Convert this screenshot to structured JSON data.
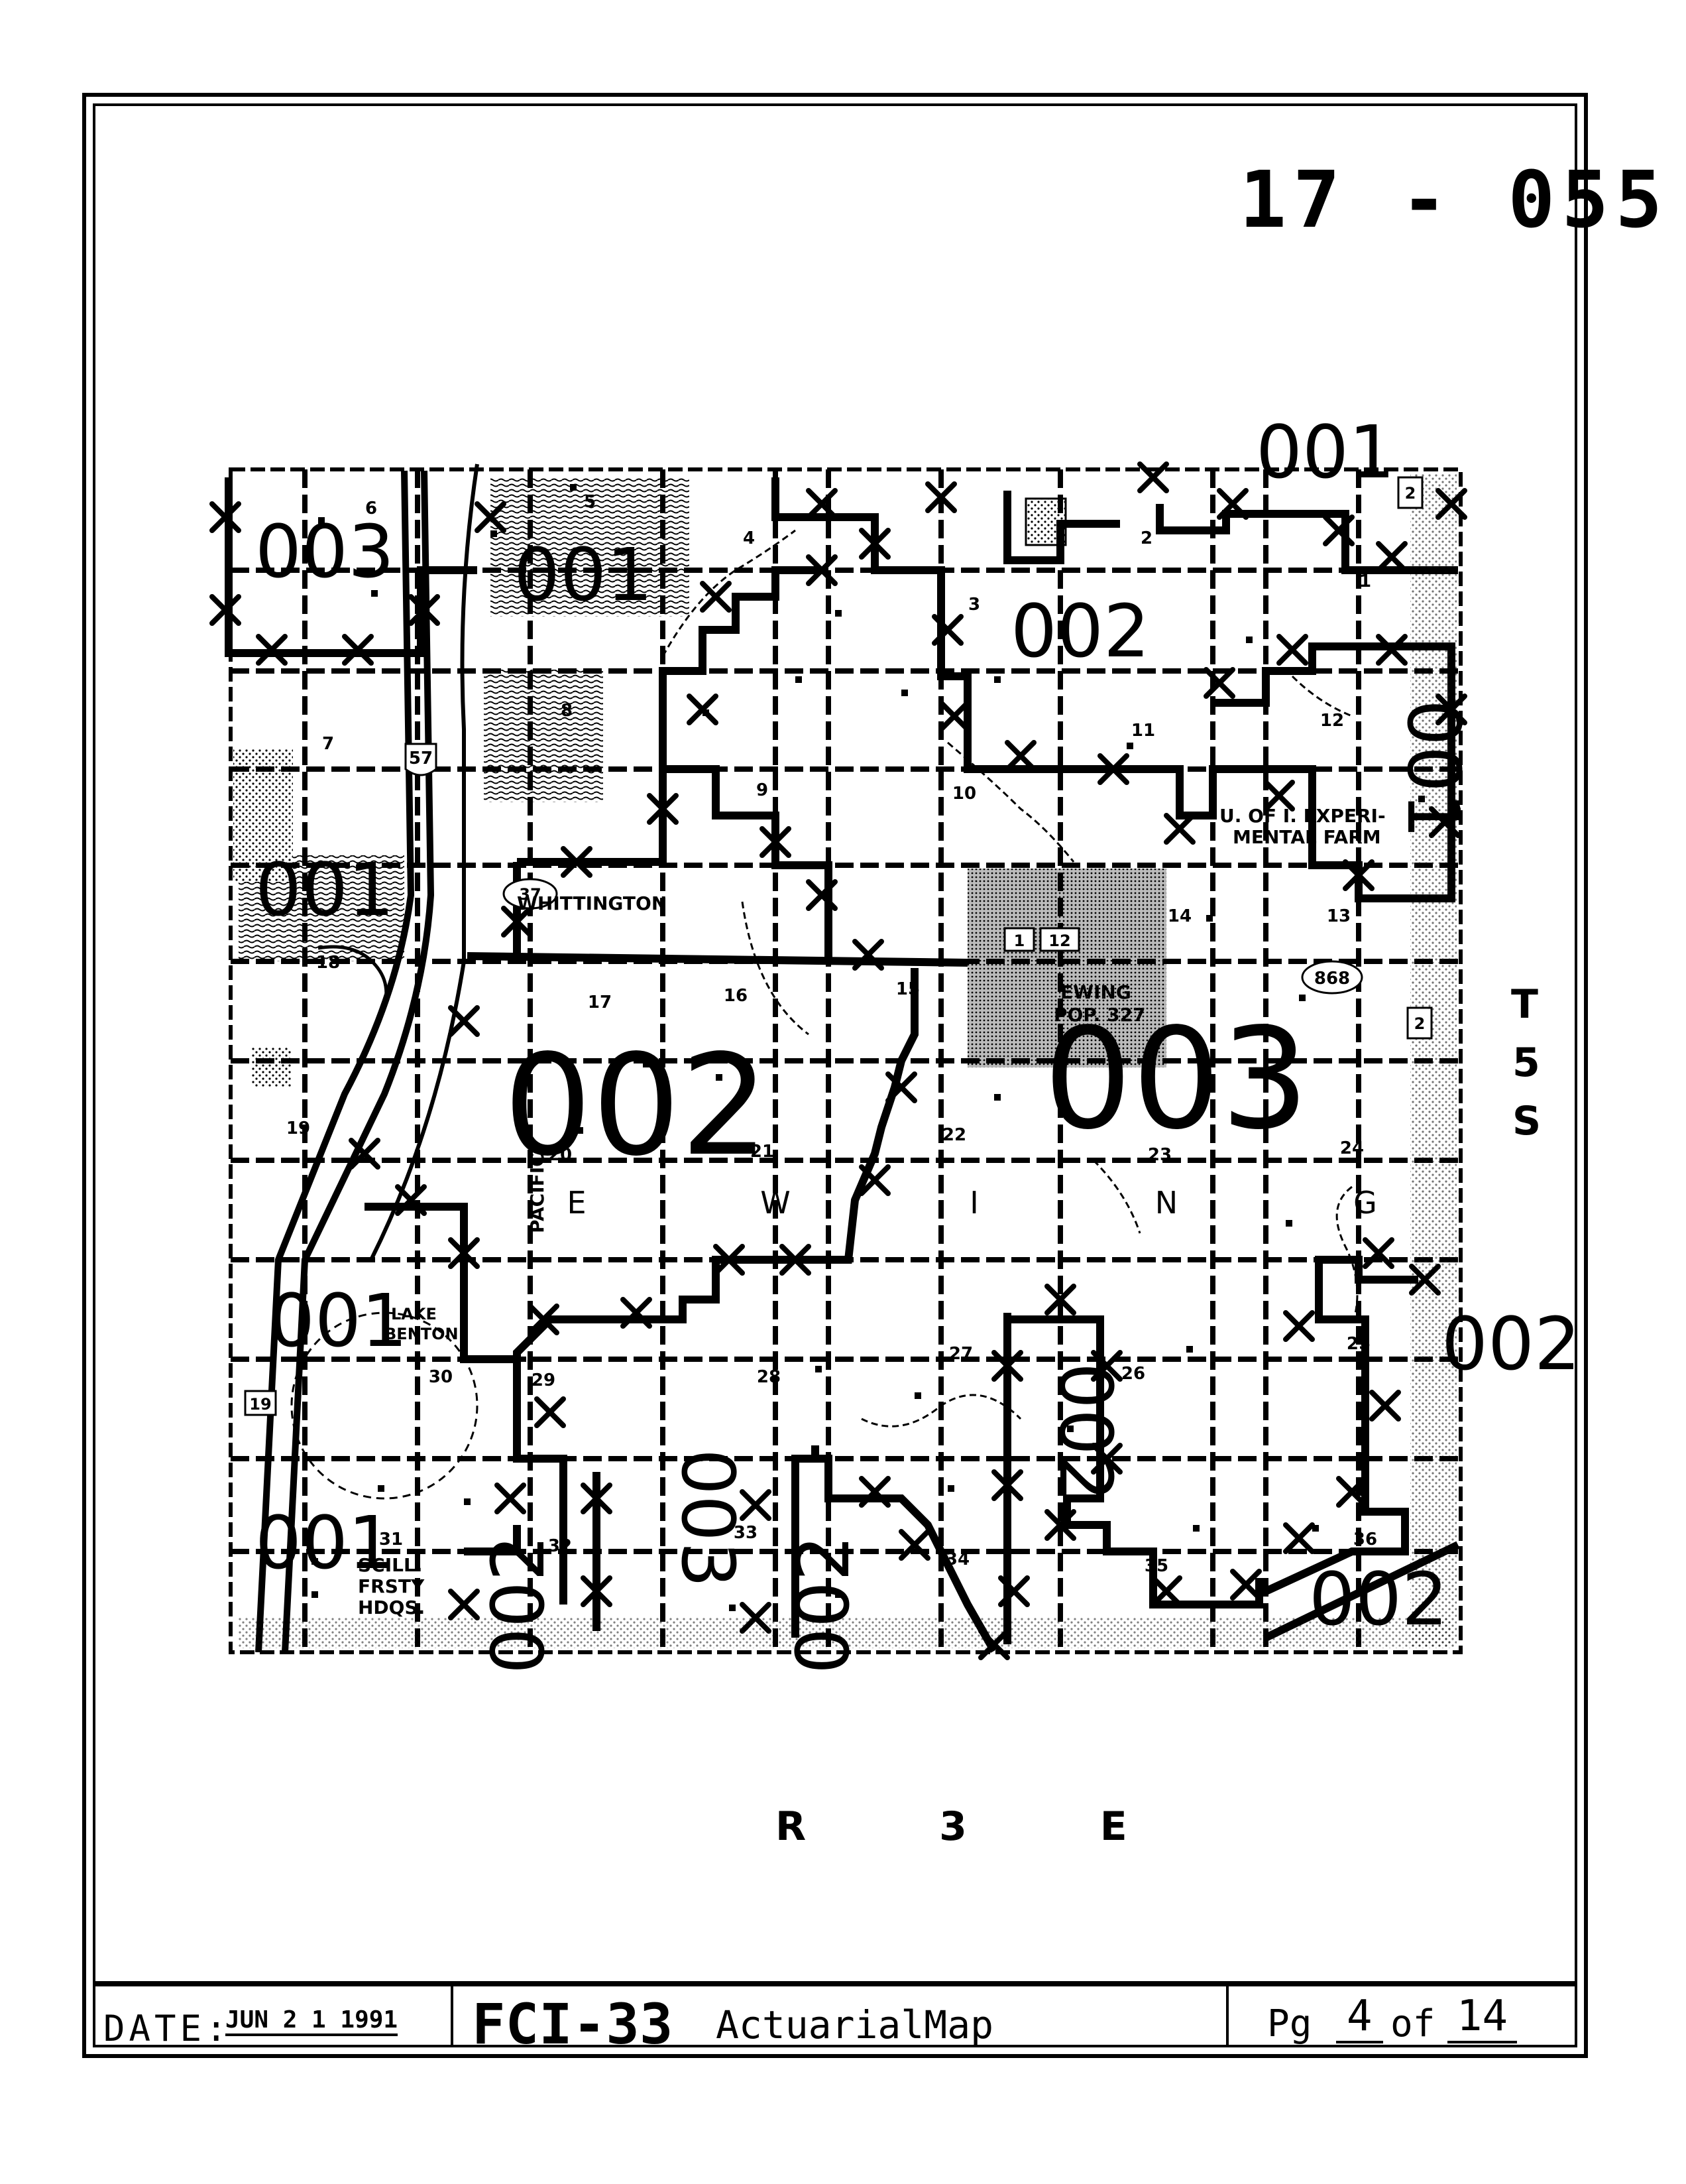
{
  "sheet": {
    "id": "17 - 055"
  },
  "footer": {
    "date_label": "DATE:",
    "date_value": "JUN 2 1 1991",
    "form_code": "FCI-33",
    "form_title": "ActuarialMap",
    "page_label": "Pg",
    "page_current": "4",
    "page_of": "of",
    "page_total": "14"
  },
  "map": {
    "township_letters": [
      "T",
      "5",
      "S"
    ],
    "range_label": "R 3 E",
    "township_name_letters": [
      "E",
      "W",
      "I",
      "N",
      "G"
    ],
    "place_labels": [
      "WHITTINGTON",
      "EWING",
      "POP. 327",
      "U. OF I. EXPERI-",
      "MENTAL FARM",
      "PACIFIC",
      "LAKE",
      "BENTON",
      "SCILL.",
      "FRSTY",
      "HDQS."
    ],
    "route_shields": [
      "57",
      "868",
      "37",
      "19",
      "1",
      "12",
      "2",
      "2"
    ],
    "section_numbers": [
      "1",
      "2",
      "3",
      "4",
      "5",
      "6",
      "7",
      "8",
      "9",
      "10",
      "11",
      "12",
      "13",
      "14",
      "15",
      "16",
      "17",
      "18",
      "19",
      "20",
      "21",
      "22",
      "23",
      "24",
      "25",
      "26",
      "27",
      "28",
      "29",
      "30",
      "31",
      "32",
      "33",
      "34",
      "35",
      "36"
    ],
    "zone_codes_large": [
      "002",
      "003"
    ],
    "zone_codes": [
      "003",
      "001",
      "001",
      "002",
      "001",
      "001",
      "001",
      "002",
      "002",
      "002",
      "002",
      "002",
      "003",
      "001"
    ]
  }
}
